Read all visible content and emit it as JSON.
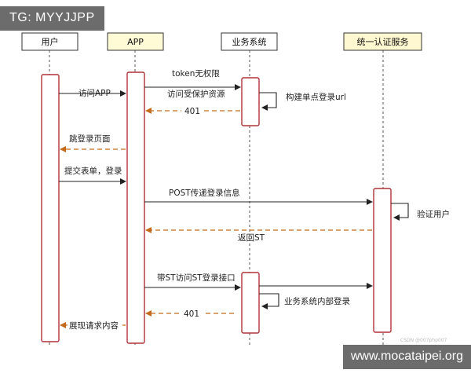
{
  "overlay": {
    "top_left_tag": "TG: MYYJJPP",
    "bottom_right_site": "www.mocataipei.org"
  },
  "source_mark": "CSDN @007php007",
  "participants": [
    {
      "id": "user",
      "label": "用户",
      "header_fill": "#ffffff",
      "header_stroke": "#333333"
    },
    {
      "id": "app",
      "label": "APP",
      "header_fill": "#fffbd6",
      "header_stroke": "#333333"
    },
    {
      "id": "biz",
      "label": "业务系统",
      "header_fill": "#ffffff",
      "header_stroke": "#333333"
    },
    {
      "id": "sso",
      "label": "统一认证服务",
      "header_fill": "#fff8d0",
      "header_stroke": "#333333"
    }
  ],
  "messages": [
    {
      "id": "m1",
      "text": "访问APP",
      "kind": "sync"
    },
    {
      "id": "m2",
      "text": "token无权限",
      "kind": "sync"
    },
    {
      "id": "m3",
      "text": "访问受保护资源",
      "kind": "sync"
    },
    {
      "id": "m4",
      "text": "构建单点登录url",
      "kind": "self"
    },
    {
      "id": "m5",
      "text": "401",
      "kind": "return"
    },
    {
      "id": "m6",
      "text": "跳登录页面",
      "kind": "return"
    },
    {
      "id": "m7",
      "text": "提交表单，登录",
      "kind": "sync"
    },
    {
      "id": "m8",
      "text": "POST传递登录信息",
      "kind": "sync"
    },
    {
      "id": "m9",
      "text": "验证用户",
      "kind": "self"
    },
    {
      "id": "m10",
      "text": "返回ST",
      "kind": "return"
    },
    {
      "id": "m11",
      "text": "带ST访问ST登录接口",
      "kind": "sync"
    },
    {
      "id": "m12",
      "text": "业务系统内部登录",
      "kind": "self"
    },
    {
      "id": "m13",
      "text": "401",
      "kind": "return"
    },
    {
      "id": "m14",
      "text": "展现请求内容",
      "kind": "return"
    }
  ],
  "colors": {
    "activation_stroke": "#b0303a",
    "return_arrow": "#c46a1a",
    "sync_arrow": "#222222",
    "lifeline": "#555555"
  }
}
